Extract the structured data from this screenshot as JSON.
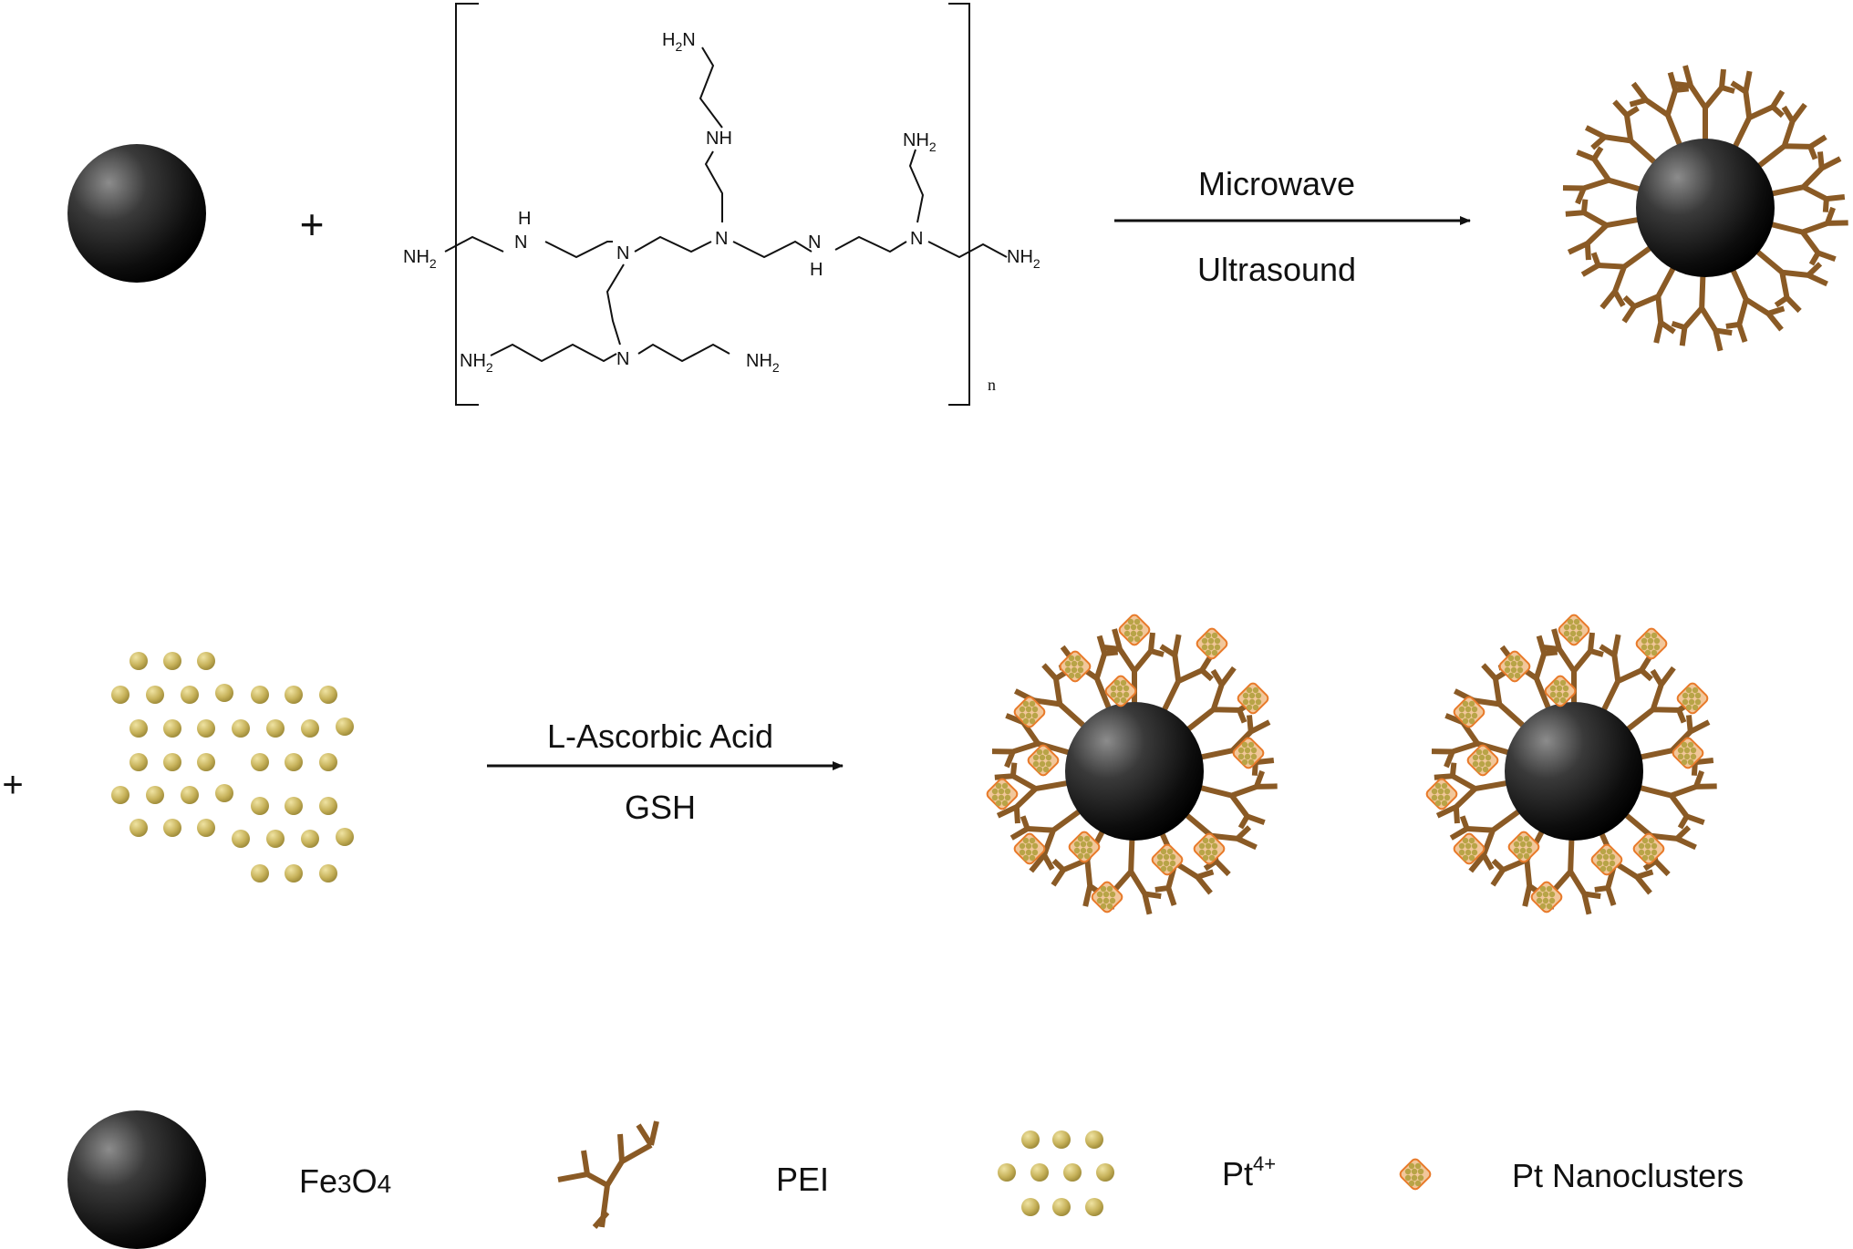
{
  "figure": {
    "plus_sign": "+",
    "step1": {
      "top_label": "Microwave",
      "bottom_label": "Ultrasound"
    },
    "step2": {
      "top_label": "L-Ascorbic Acid",
      "bottom_label": "GSH"
    },
    "pei_structure": {
      "nh2": "NH",
      "sub2": "2",
      "h2n_top": "H",
      "h2n_top_n": "N",
      "n": "N",
      "nh": "NH",
      "h": "H",
      "repeat_index": "n"
    },
    "legend": {
      "fe3o4": {
        "main": "Fe",
        "sub1": "3",
        "o": "O",
        "sub2": "4"
      },
      "pei": "PEI",
      "pt_ion": {
        "main": "Pt",
        "sup": "4+"
      },
      "pt_nano": "Pt Nanoclusters"
    },
    "colors": {
      "sphere_dark": "#0b0b0b",
      "sphere_light": "#8a8a8a",
      "pei_brown": "#8a5a25",
      "pt_gold": "#c9b55e",
      "nano_orange": "#e87a2a"
    }
  }
}
